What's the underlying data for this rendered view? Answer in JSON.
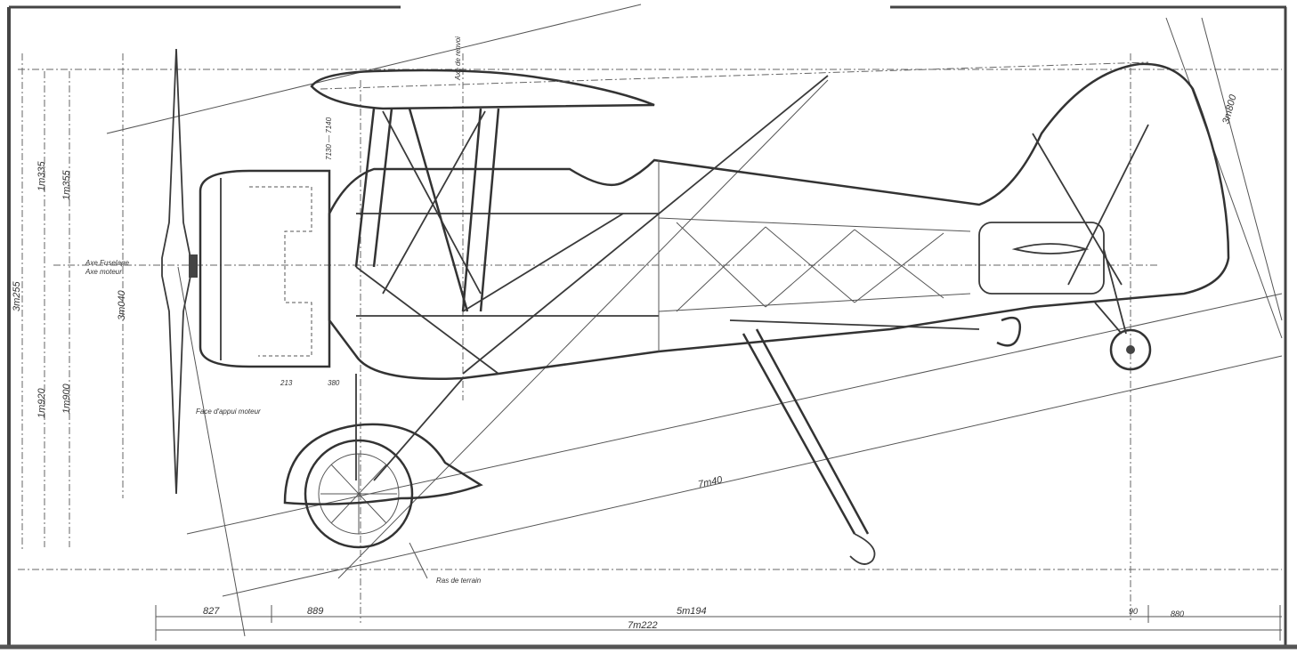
{
  "drawing": {
    "dimensions": {
      "upper_wing_height_a": "1m335",
      "upper_wing_height_b": "1m355",
      "total_height": "3m255",
      "lower_height_a": "1m920",
      "lower_height_b": "1m900",
      "prop_axis_height": "3m040",
      "strut_spacing": "7130 — 7140",
      "cowl_offset": "213",
      "cowl_length": "380",
      "tail_height": "3m800",
      "ground_line": "7m40",
      "nose_overhang": "827",
      "wheel_offset": "889",
      "wheelbase": "5m194",
      "tail_a": "90",
      "tail_b": "880",
      "overall_length": "7m222"
    },
    "annotations": {
      "fuselage_axis": "Axe Fuselage",
      "engine_axis": "Axe moteur",
      "engine_face": "Face d'appui moteur",
      "wing_axis": "Axe de renvoi",
      "ground": "Ras de terrain"
    }
  }
}
